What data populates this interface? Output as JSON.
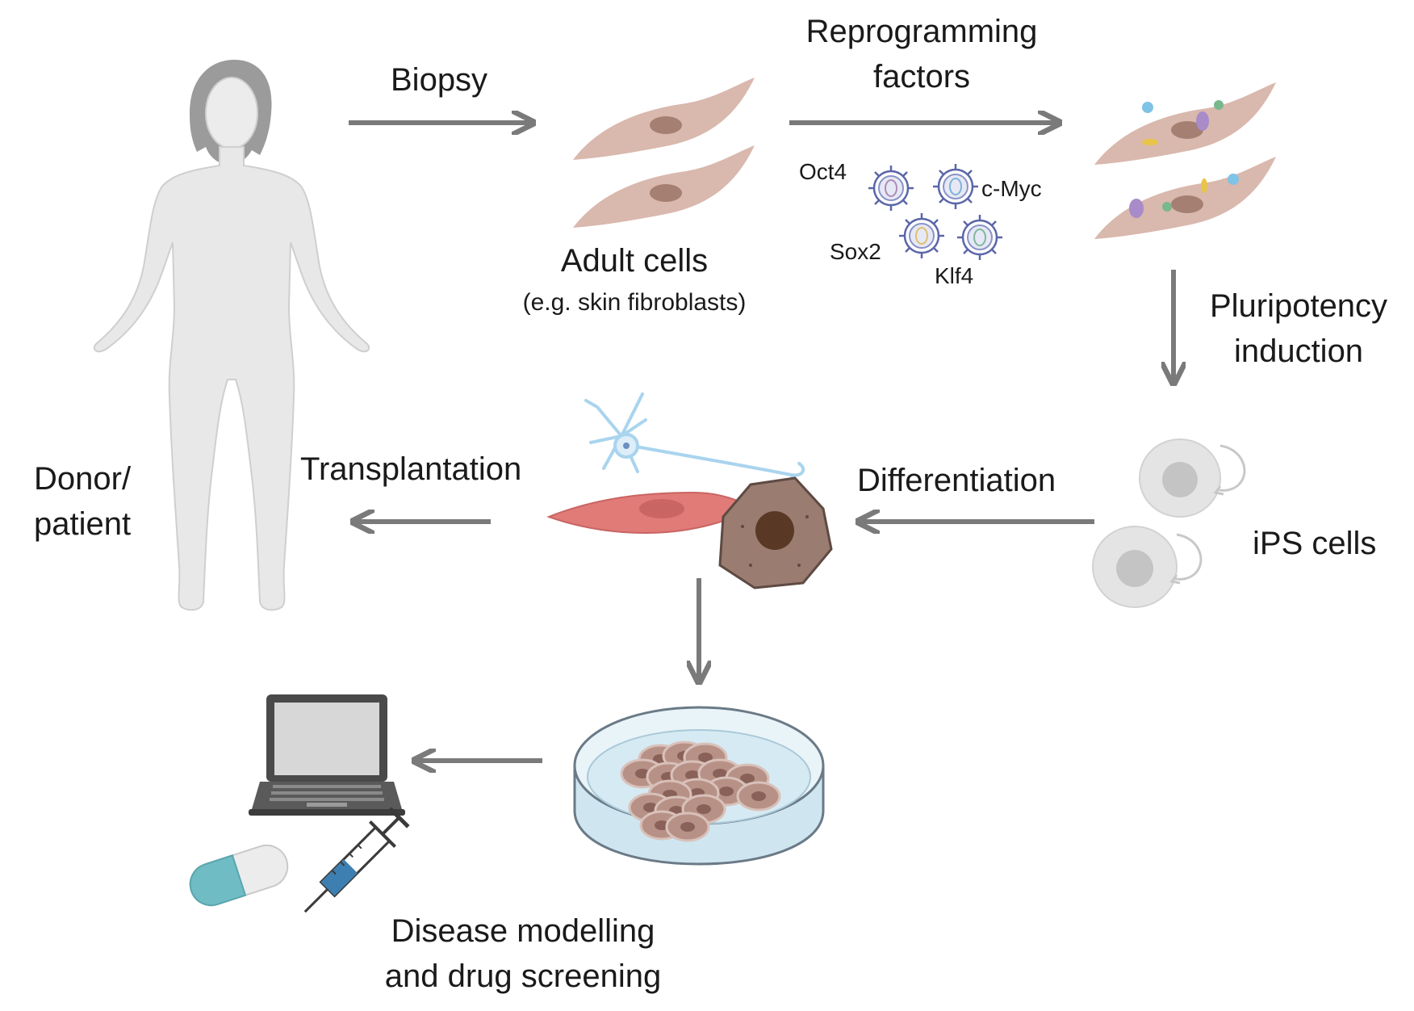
{
  "labels": {
    "biopsy": "Biopsy",
    "reprogramming_line1": "Reprogramming",
    "reprogramming_line2": "factors",
    "adult_cells": "Adult cells",
    "adult_cells_sub": "(e.g. skin fibroblasts)",
    "oct4": "Oct4",
    "cmyc": "c-Myc",
    "sox2": "Sox2",
    "klf4": "Klf4",
    "pluripotency_line1": "Pluripotency",
    "pluripotency_line2": "induction",
    "differentiation": "Differentiation",
    "ips_cells": "iPS cells",
    "transplantation": "Transplantation",
    "donor_line1": "Donor/",
    "donor_line2": "patient",
    "disease_line1": "Disease modelling",
    "disease_line2": "and drug screening"
  },
  "icons": [
    "human-figure-icon",
    "fibroblast-icon",
    "virus-icon",
    "ips-cell-icon",
    "neuron-icon",
    "muscle-cell-icon",
    "hepatocyte-icon",
    "petri-dish-icon",
    "laptop-icon",
    "pill-icon",
    "syringe-icon",
    "arrow-icon"
  ],
  "colors": {
    "arrow": "#7a7a7a",
    "fibroblast": "#d9b8ad",
    "fibroblast_nucleus": "#a47f72",
    "body": "#e6e6e6",
    "ips_cell": "#e3e3e3",
    "neuron": "#a9d4ee",
    "muscle": "#e07b78",
    "hepatocyte": "#9a7c70",
    "dish": "#d8ecf4",
    "pill_teal": "#6fbcc4",
    "syringe_blue": "#3d7fb0"
  }
}
